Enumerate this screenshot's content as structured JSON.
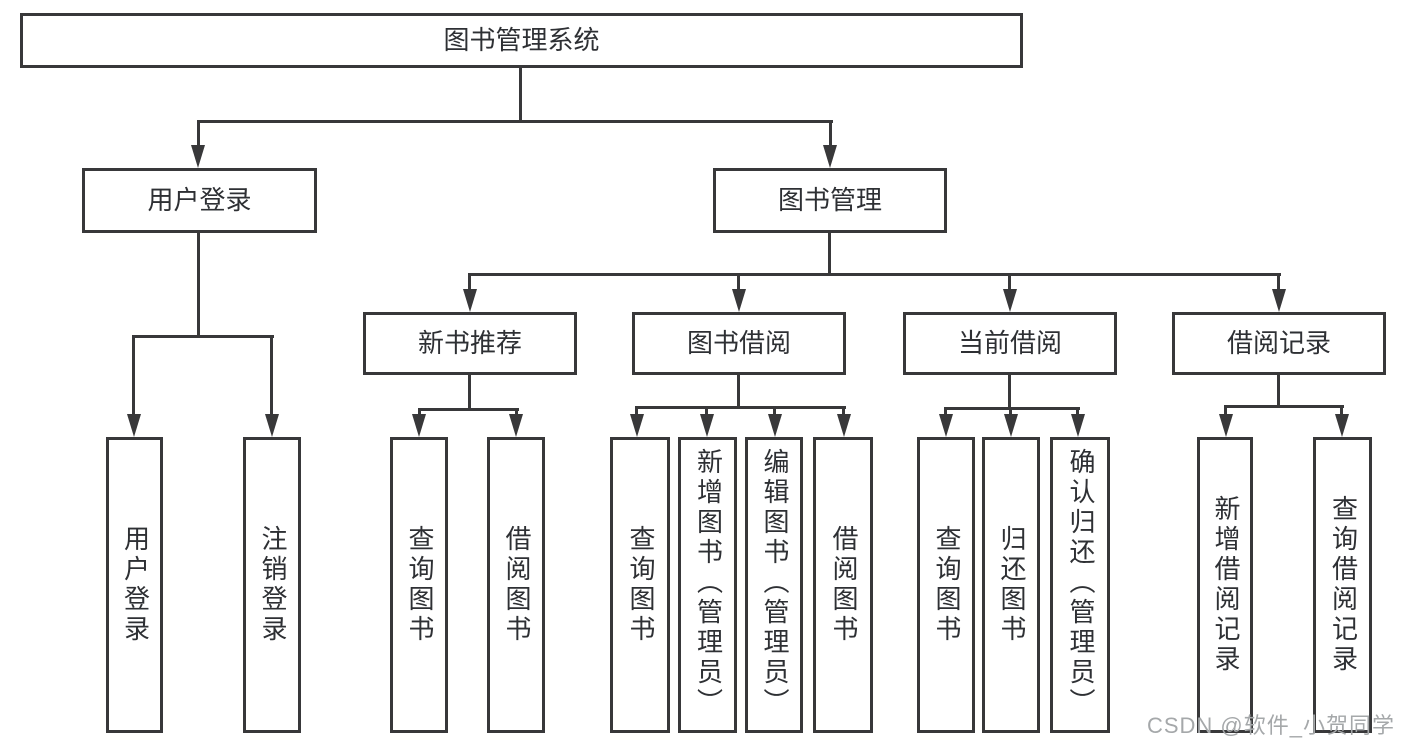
{
  "diagram": {
    "type": "hierarchy-tree",
    "nodes": {
      "root": {
        "label": "图书管理系统"
      },
      "level1": [
        {
          "label": "用户登录",
          "parent": "图书管理系统"
        },
        {
          "label": "图书管理",
          "parent": "图书管理系统"
        }
      ],
      "level2": [
        {
          "label": "新书推荐",
          "parent": "图书管理"
        },
        {
          "label": "图书借阅",
          "parent": "图书管理"
        },
        {
          "label": "当前借阅",
          "parent": "图书管理"
        },
        {
          "label": "借阅记录",
          "parent": "图书管理"
        }
      ],
      "leaves": [
        {
          "label": "用户登录",
          "parent": "用户登录"
        },
        {
          "label": "注销登录",
          "parent": "用户登录"
        },
        {
          "label": "查询图书",
          "parent": "新书推荐"
        },
        {
          "label": "借阅图书",
          "parent": "新书推荐"
        },
        {
          "label": "查询图书",
          "parent": "图书借阅"
        },
        {
          "label": "新增图书（管理员）",
          "parent": "图书借阅"
        },
        {
          "label": "编辑图书（管理员）",
          "parent": "图书借阅"
        },
        {
          "label": "借阅图书",
          "parent": "图书借阅"
        },
        {
          "label": "查询图书",
          "parent": "当前借阅"
        },
        {
          "label": "归还图书",
          "parent": "当前借阅"
        },
        {
          "label": "确认归还（管理员）",
          "parent": "当前借阅"
        },
        {
          "label": "新增借阅记录",
          "parent": "借阅记录"
        },
        {
          "label": "查询借阅记录",
          "parent": "借阅记录"
        }
      ]
    }
  },
  "watermark": {
    "text": "CSDN @软件_小贺同学"
  },
  "colors": {
    "line": "#38383a",
    "text": "#2e3034",
    "watermark": "#a5a8aa",
    "background": "#ffffff"
  }
}
